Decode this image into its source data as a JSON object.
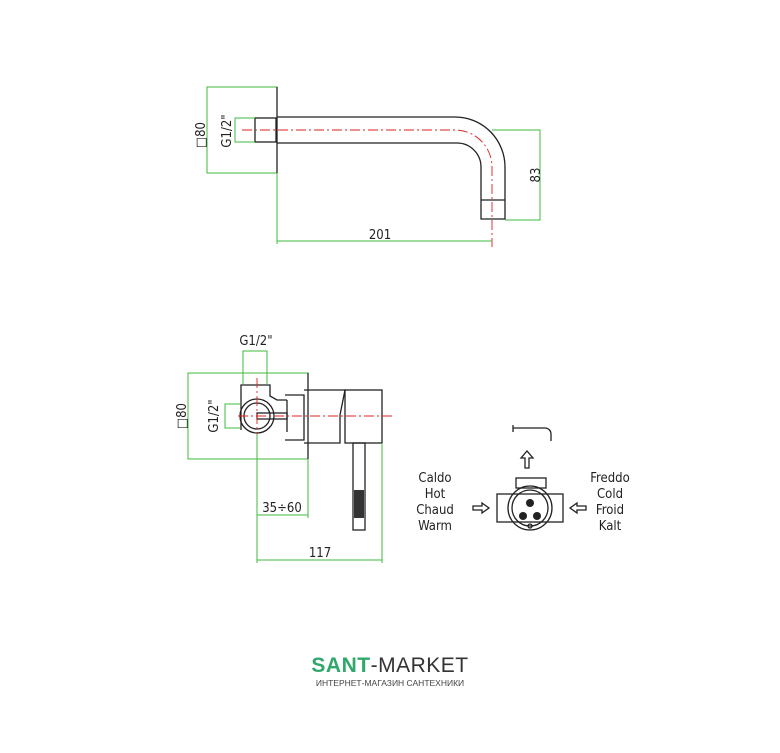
{
  "top_view": {
    "plate_size": "□80",
    "thread": "G1/2\"",
    "height_dim": "83",
    "length_dim": "201"
  },
  "bottom_view": {
    "thread_top": "G1/2\"",
    "thread_side": "G1/2\"",
    "plate_size": "□80",
    "depth_dim": "35÷60",
    "length_dim": "117"
  },
  "connection_diagram": {
    "hot_labels": [
      "Caldo",
      "Hot",
      "Chaud",
      "Warm"
    ],
    "cold_labels": [
      "Freddo",
      "Cold",
      "Froid",
      "Kalt"
    ]
  },
  "logo": {
    "brand_accent": "SANT",
    "brand_rest": "-MARKET",
    "tagline": "ИНТЕРНЕТ-МАГАЗИН САНТЕХНИКИ",
    "accent_color": "#2fa86a"
  }
}
